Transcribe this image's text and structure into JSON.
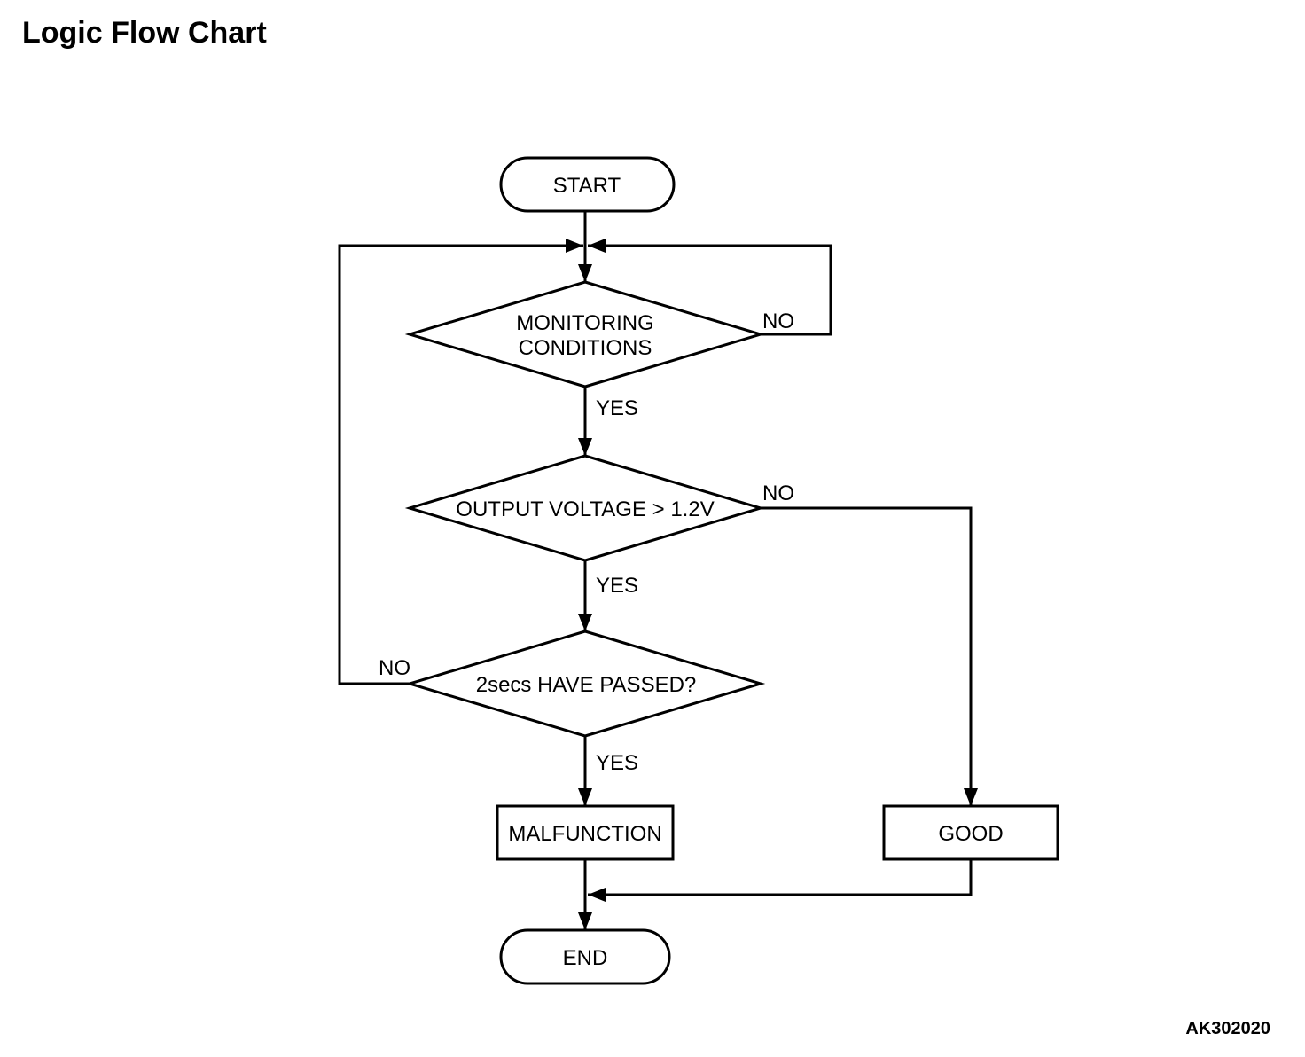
{
  "page": {
    "title": "Logic Flow Chart",
    "figure_code": "AK302020"
  },
  "colors": {
    "line": "#000000",
    "node_fill": "#ffffff",
    "text": "#000000",
    "background": "#ffffff"
  },
  "flowchart": {
    "nodes": [
      {
        "id": "start",
        "type": "terminator",
        "label": "START"
      },
      {
        "id": "monitoring-conditions",
        "type": "decision",
        "lines": [
          "MONITORING",
          "CONDITIONS"
        ]
      },
      {
        "id": "output-voltage",
        "type": "decision",
        "label": "OUTPUT VOLTAGE > 1.2V"
      },
      {
        "id": "2secs-passed",
        "type": "decision",
        "label": "2secs HAVE PASSED?"
      },
      {
        "id": "malfunction",
        "type": "process",
        "label": "MALFUNCTION"
      },
      {
        "id": "good",
        "type": "process",
        "label": "GOOD"
      },
      {
        "id": "end",
        "type": "terminator",
        "label": "END"
      }
    ],
    "edges": [
      {
        "from": "start",
        "to": "monitoring-conditions",
        "label": ""
      },
      {
        "from": "monitoring-conditions",
        "to": "output-voltage",
        "label": "YES"
      },
      {
        "from": "monitoring-conditions",
        "to": "loop-junction",
        "label": "NO"
      },
      {
        "from": "output-voltage",
        "to": "2secs-passed",
        "label": "YES"
      },
      {
        "from": "output-voltage",
        "to": "good",
        "label": "NO"
      },
      {
        "from": "2secs-passed",
        "to": "malfunction",
        "label": "YES"
      },
      {
        "from": "2secs-passed",
        "to": "loop-junction",
        "label": "NO"
      },
      {
        "from": "malfunction",
        "to": "end",
        "label": ""
      },
      {
        "from": "good",
        "to": "end",
        "label": ""
      }
    ]
  }
}
